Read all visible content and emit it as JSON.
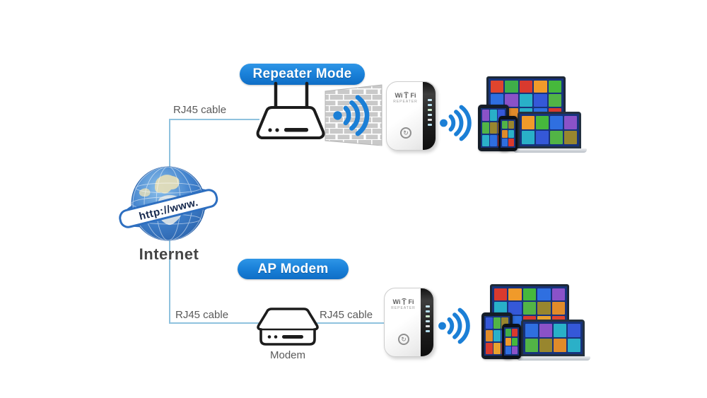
{
  "labels": {
    "repeater_mode": "Repeater Mode",
    "ap_modem": "AP Modem",
    "internet": "Internet",
    "modem": "Modem",
    "rj45_top": "RJ45 cable",
    "rj45_bottom_left": "RJ45 cable",
    "rj45_bottom_right": "RJ45 cable",
    "globe_banner": "http://www."
  },
  "repeater": {
    "brand_left": "Wi",
    "brand_right": "Fi",
    "brand_sub": "REPEATER",
    "wps_glyph": "↻",
    "led_colors": [
      "#cfeffb",
      "#bce8f8",
      "#d6f4d6",
      "#cfeffb",
      "#eaeaea",
      "#bce8f8"
    ]
  },
  "colors": {
    "badge_blue": "#1b82da",
    "wifi_blue": "#1b7fd6",
    "cable_blue": "#8fc2de",
    "label_gray": "#5a5a5a",
    "screen_navy": "#17337c",
    "wall_gray": "#c9c9c9",
    "globe_blue": "#3a7cc8"
  },
  "tiles": {
    "palette": [
      "#e0452e",
      "#3fae49",
      "#d93a2e",
      "#f09a2a",
      "#46b83c",
      "#2f6fe0",
      "#8a52c8",
      "#29b0c8",
      "#3558d8",
      "#52b446",
      "#98862e",
      "#e08b2a",
      "#2bb0c8",
      "#2f6fe0",
      "#d93a2e",
      "#e8a22e"
    ]
  }
}
